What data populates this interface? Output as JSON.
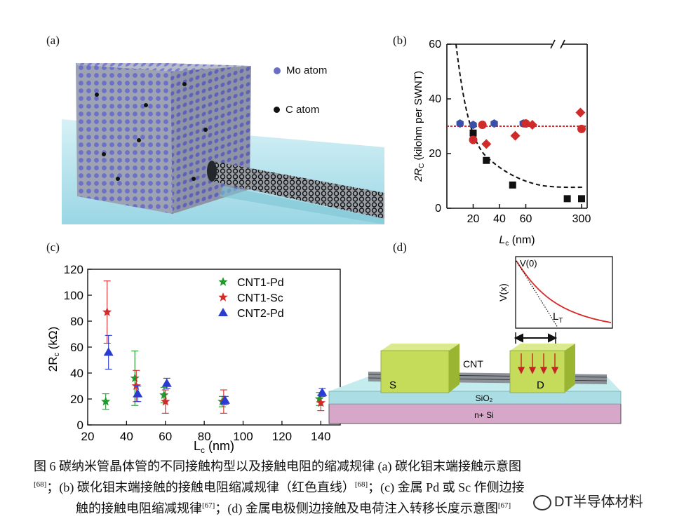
{
  "panel_a": {
    "label": "(a)",
    "legend": [
      {
        "text": "Mo atom",
        "color": "#6b6fc4"
      },
      {
        "text": "C atom",
        "color": "#111111"
      }
    ]
  },
  "panel_b": {
    "label": "(b)",
    "ylabel": "2R",
    "ylabel_sub": "C",
    "ylabel_rest": " (kilohm per SWNT)",
    "xlabel": "L",
    "xlabel_sub": "c",
    "xlabel_rest": " (nm)",
    "yticks": [
      "0",
      "20",
      "40",
      "60"
    ],
    "xticks": [
      "20",
      "40",
      "60",
      "300"
    ]
  },
  "panel_c": {
    "label": "(c)",
    "ylabel": "2R",
    "ylabel_sub": "c",
    "ylabel_rest": " (kΩ)",
    "xlabel": "L",
    "xlabel_sub": "c",
    "xlabel_rest": " (nm)",
    "yticks": [
      "0",
      "20",
      "40",
      "60",
      "80",
      "100",
      "120"
    ],
    "xticks": [
      "20",
      "40",
      "60",
      "80",
      "100",
      "120",
      "140"
    ],
    "legend": [
      "CNT1-Pd",
      "CNT1-Sc",
      "CNT2-Pd"
    ]
  },
  "panel_d": {
    "label": "(d)",
    "inset_y": "V(x)",
    "inset_v0": "V(0)",
    "inset_lt": "L",
    "inset_lt_sub": "T",
    "cnt": "CNT",
    "source": "S",
    "drain": "D",
    "sio2": "SiO₂",
    "si": "n+ Si"
  },
  "chart_data": [
    {
      "type": "scatter",
      "panel": "b",
      "xlabel": "Lc (nm)",
      "ylabel": "2RC (kilohm per SWNT)",
      "ylim": [
        0,
        60
      ],
      "xticks": [
        "20",
        "40",
        "60",
        "300"
      ],
      "series": [
        {
          "marker": "square",
          "color": "#111111",
          "points": [
            [
              20,
              27.5
            ],
            [
              30,
              17.5
            ],
            [
              50,
              8.5
            ],
            [
              140,
              3.5
            ],
            [
              300,
              3.5
            ]
          ]
        },
        {
          "marker": "hexagon",
          "color": "#3a4fa8",
          "points": [
            [
              10,
              31
            ],
            [
              20,
              30.5
            ],
            [
              36,
              31
            ],
            [
              58,
              31
            ]
          ]
        },
        {
          "marker": "circle",
          "color": "#d02b2b",
          "points": [
            [
              20,
              25
            ],
            [
              27,
              30.5
            ],
            [
              60,
              31
            ],
            [
              300,
              29
            ]
          ]
        },
        {
          "marker": "diamond",
          "color": "#d02b2b",
          "points": [
            [
              30,
              23.5
            ],
            [
              52,
              26.5
            ],
            [
              65,
              30.5
            ],
            [
              298,
              35
            ]
          ]
        }
      ],
      "reference_line": 30,
      "grid": false
    },
    {
      "type": "scatter",
      "panel": "c",
      "xlabel": "Lc (nm)",
      "ylabel": "2Rc (kΩ)",
      "xlim": [
        20,
        150
      ],
      "ylim": [
        0,
        120
      ],
      "series": [
        {
          "name": "CNT1-Pd",
          "color": "#1f9a2c",
          "marker": "star",
          "x": [
            30,
            45,
            60,
            90,
            140
          ],
          "y": [
            18,
            36,
            23,
            18,
            20
          ],
          "err": [
            6,
            21,
            6,
            4,
            5
          ]
        },
        {
          "name": "CNT1-Sc",
          "color": "#d42a2a",
          "marker": "star",
          "x": [
            30,
            45,
            60,
            90,
            140
          ],
          "y": [
            87,
            30,
            18,
            18,
            17
          ],
          "err": [
            24,
            12,
            9,
            9,
            6
          ]
        },
        {
          "name": "CNT2-Pd",
          "color": "#2a3bd1",
          "marker": "triangle",
          "x": [
            30,
            45,
            60,
            90,
            140
          ],
          "y": [
            56,
            24,
            32,
            19,
            25
          ],
          "err": [
            13,
            6,
            4,
            3,
            3
          ]
        }
      ],
      "legend": "top-right",
      "grid": false
    }
  ],
  "caption": {
    "line1": "图 6  碳纳米管晶体管的不同接触构型以及接触电阻的缩减规律 (a) 碳化钼末端接触示意图",
    "line2_ref1": "[68]",
    "line2_text": "；(b) 碳化钼末端接触的接触电阻缩减规律（红色直线）",
    "line2_ref2": "[68]",
    "line2_tail": "；(c) 金属 Pd 或 Sc 作侧边接",
    "line3_text": "触的接触电阻缩减规律",
    "line3_ref1": "[67]",
    "line3_mid": "；(d) 金属电极侧边接触及电荷注入转移长度示意图",
    "line3_ref2": "[67]"
  },
  "watermark": "DT半导体材料"
}
